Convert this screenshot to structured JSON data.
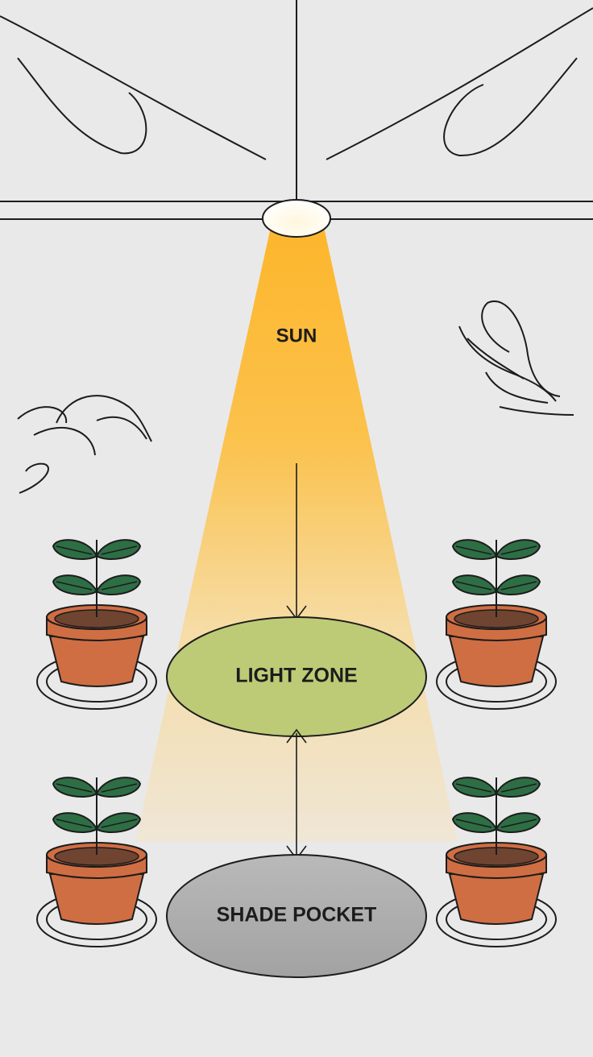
{
  "labels": {
    "sun": "SUN",
    "light_zone": "LIGHT ZONE",
    "shade_pocket": "SHADE POCKET"
  },
  "colors": {
    "background": "#e9e9e9",
    "beam_top": "#fdb62c",
    "beam_bottom": "#efe6d6",
    "light_zone_fill": "#bdcb76",
    "shade_pocket_fill": "#acacac",
    "pot": "#d06e43",
    "soil": "#6f4431",
    "leaf": "#2e6e45",
    "line": "#1c1c1c"
  },
  "icons": [
    "lamp-icon",
    "potted-plant-icon",
    "wind-swirl-icon"
  ]
}
